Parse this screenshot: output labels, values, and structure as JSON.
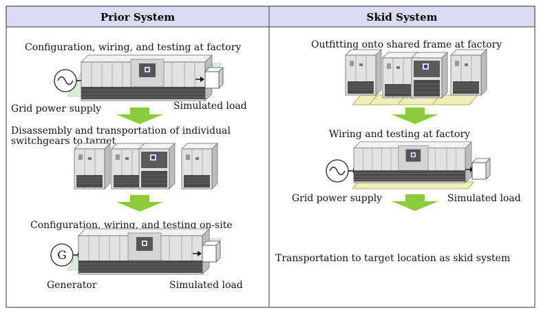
{
  "headers": {
    "left": "Prior System",
    "right": "Skid System"
  },
  "prior": {
    "step1": "Configuration, wiring, and testing at factory",
    "grid_label": "Grid power supply",
    "load_label_1": "Simulated load",
    "step2_line1": "Disassembly and transportation of individual",
    "step2_line2": "switchgears to target",
    "step3": "Configuration, wiring, and testing on-site",
    "generator_symbol": "G",
    "generator_label": "Generator",
    "load_label_2": "Simulated load"
  },
  "skid": {
    "step1": "Outfitting onto shared frame at factory",
    "step2": "Wiring and testing at factory",
    "grid_label": "Grid power supply",
    "load_label": "Simulated load",
    "step3": "Transportation to target location as skid system"
  },
  "colors": {
    "header_bg": "#d9dcf2",
    "border": "#555555",
    "arrow_green": "#8ccc3c",
    "platform_green": "#d7ecd9",
    "frame_yellow": "#eef0b8",
    "cabinet_light": "#e4e4e4",
    "cabinet_dark": "#4a4a4a"
  },
  "icons": {
    "ac_source": "sine-wave-circle-icon",
    "generator": "generator-circle-icon",
    "load": "load-box-icon",
    "down_arrow": "green-down-arrow-icon",
    "cabinet": "switchgear-cabinet-icon"
  }
}
